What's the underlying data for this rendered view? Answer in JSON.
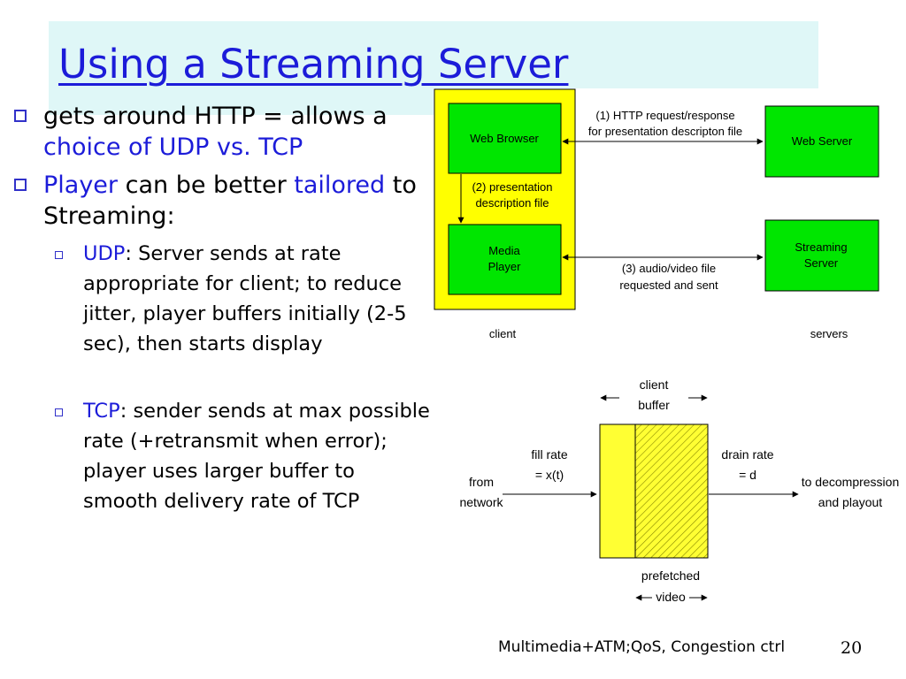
{
  "slide": {
    "title": "Using a Streaming Server",
    "footer": "Multimedia+ATM;QoS, Congestion ctrl",
    "page_number": "20"
  },
  "bullets": [
    {
      "parts": [
        "gets around HTTP = allows a ",
        "choice of UDP vs. TCP"
      ]
    },
    {
      "parts": [
        "Player",
        " can be better ",
        "tailored",
        " to Streaming:"
      ]
    }
  ],
  "sub_bullets": [
    {
      "label": "UDP",
      "text": ": Server sends at rate appropriate for client; to reduce jitter, player buffers initially (2-5 sec), then starts display"
    },
    {
      "label": "TCP",
      "text": ": sender sends at max possible rate (+retransmit when error); player uses larger buffer to smooth delivery rate of TCP"
    }
  ],
  "arch_diagram": {
    "web_browser": "Web Browser",
    "media_player_line1": "Media",
    "media_player_line2": "Player",
    "web_server": "Web Server",
    "streaming_server_line1": "Streaming",
    "streaming_server_line2": "Server",
    "step1_line1": "(1) HTTP request/response",
    "step1_line2": "for presentation descripton file",
    "step2_line1": "(2)  presentation",
    "step2_line2": "description file",
    "step3_line1": "(3) audio/video file",
    "step3_line2": "requested and sent",
    "client_label": "client",
    "servers_label": "servers",
    "colors": {
      "client_area": "#ffff00",
      "box": "#00e600"
    }
  },
  "buffer_diagram": {
    "client_buffer_line1": "client",
    "client_buffer_line2": "buffer",
    "fill_rate_line1": "fill rate",
    "fill_rate_line2": "= x(t)",
    "drain_rate_line1": "drain rate",
    "drain_rate_line2": "= d",
    "from_network_line1": "from",
    "from_network_line2": "network",
    "to_decomp_line1": "to decompression",
    "to_decomp_line2": "and playout",
    "prefetched_line1": "prefetched",
    "prefetched_line2": "video",
    "colors": {
      "buffer_fill": "#ffff33"
    }
  }
}
